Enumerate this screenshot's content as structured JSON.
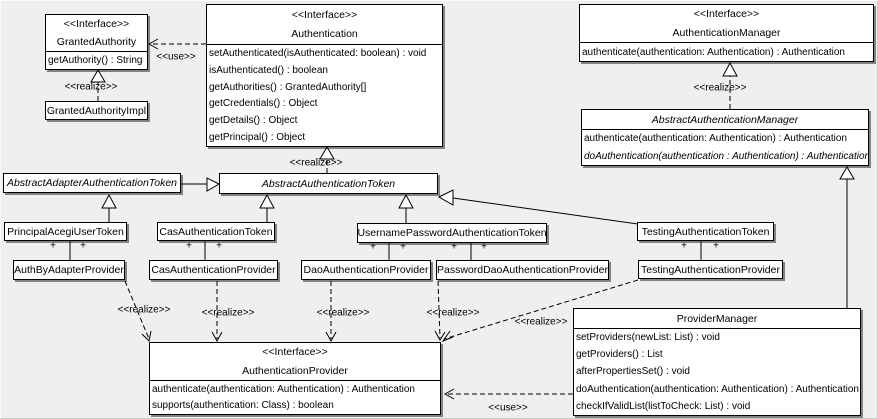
{
  "labels": {
    "realize": "<<realize>>",
    "use": "<<use>>",
    "plus": "+"
  },
  "classes": {
    "granted_authority": {
      "stereotype": "<<Interface>>",
      "name": "GrantedAuthority",
      "methods": [
        "getAuthority() : String"
      ]
    },
    "granted_authority_impl": {
      "name": "GrantedAuthorityImpl"
    },
    "authentication": {
      "stereotype": "<<Interface>>",
      "name": "Authentication",
      "methods": [
        "setAuthenticated(isAuthenticated: boolean) : void",
        "isAuthenticated() : boolean",
        "getAuthorities() : GrantedAuthority[]",
        "getCredentials() : Object",
        "getDetails() : Object",
        "getPrincipal() : Object"
      ]
    },
    "authentication_manager": {
      "stereotype": "<<Interface>>",
      "name": "AuthenticationManager",
      "methods": [
        "authenticate(authentication: Authentication) : Authentication"
      ]
    },
    "abstract_authentication_manager": {
      "name": "AbstractAuthenticationManager",
      "methods": [
        "authenticate(authentication: Authentication) : Authentication",
        "doAuthentication(authentication : Authentication) : Authentication"
      ]
    },
    "abstract_adapter_authentication_token": {
      "name": "AbstractAdapterAuthenticationToken"
    },
    "abstract_authentication_token": {
      "name": "AbstractAuthenticationToken"
    },
    "principal_acegi_user_token": {
      "name": "PrincipalAcegiUserToken"
    },
    "cas_authentication_token": {
      "name": "CasAuthenticationToken"
    },
    "username_password_authentication_token": {
      "name": "UsernamePasswordAuthenticationToken"
    },
    "testing_authentication_token": {
      "name": "TestingAuthenticationToken"
    },
    "auth_by_adapter_provider": {
      "name": "AuthByAdapterProvider"
    },
    "cas_authentication_provider": {
      "name": "CasAuthenticationProvider"
    },
    "dao_authentication_provider": {
      "name": "DaoAuthenticationProvider"
    },
    "password_dao_authentication_provider": {
      "name": "PasswordDaoAuthenticationProvider"
    },
    "testing_authentication_provider": {
      "name": "TestingAuthenticationProvider"
    },
    "authentication_provider": {
      "stereotype": "<<Interface>>",
      "name": "AuthenticationProvider",
      "methods": [
        "authenticate(authentication: Authentication) : Authentication",
        "supports(authentication: Class) : boolean"
      ]
    },
    "provider_manager": {
      "name": "ProviderManager",
      "methods": [
        "setProviders(newList: List) : void",
        "getProviders() : List",
        "afterPropertiesSet() : void",
        "doAuthentication(authentication: Authentication) : Authentication",
        "checkIfValidList(listToCheck: List) : void"
      ]
    }
  }
}
